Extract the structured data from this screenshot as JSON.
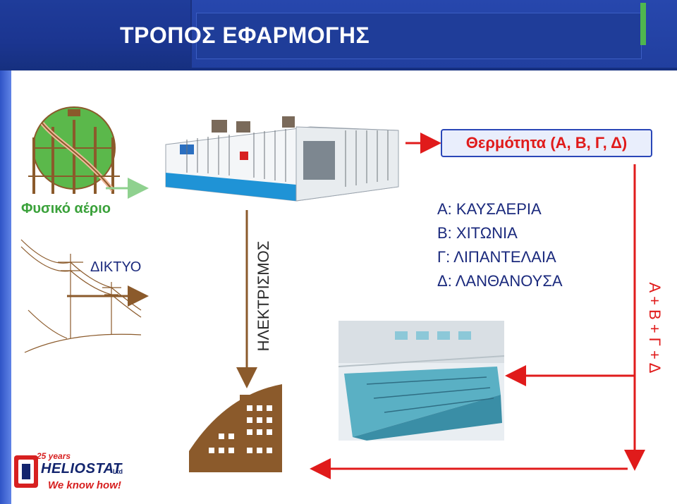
{
  "header": {
    "title": "ΤΡΟΠΟΣ ΕΦΑΡΜΟΓΗΣ"
  },
  "labels": {
    "heat": "Θερμότητα (Α, Β, Γ, Δ)",
    "natural_gas": "Φυσικό αέριο",
    "grid": "ΔΙΚΤΥΟ",
    "electricity": "ΗΛΕΚΤΡΙΣΜΟΣ",
    "sum": "Α + Β + Γ + Δ"
  },
  "legend": {
    "a": "Α: ΚΑΥΣΑΕΡΙΑ",
    "b": "Β: ΧΙΤΩΝΙΑ",
    "c": "Γ: ΛΙΠΑΝΤΕΛΑΙΑ",
    "d": "Δ: ΛΑΝΘΑΝΟΥΣΑ"
  },
  "logo": {
    "years": "25 years",
    "brand": "HELIOSTAT",
    "suffix": "Ltd",
    "slogan": "We know how!"
  },
  "colors": {
    "header_blue": "#1f3c9a",
    "heat_red": "#e01b1b",
    "gas_green": "#3aa13a",
    "electric_brown": "#8b5a2b"
  },
  "icons": {
    "gas_tank": "spherical-gas-tank-icon",
    "power_lines": "power-lines-icon",
    "generator": "cogeneration-unit-image",
    "building": "building-icon",
    "pool": "swimming-pool-image"
  }
}
